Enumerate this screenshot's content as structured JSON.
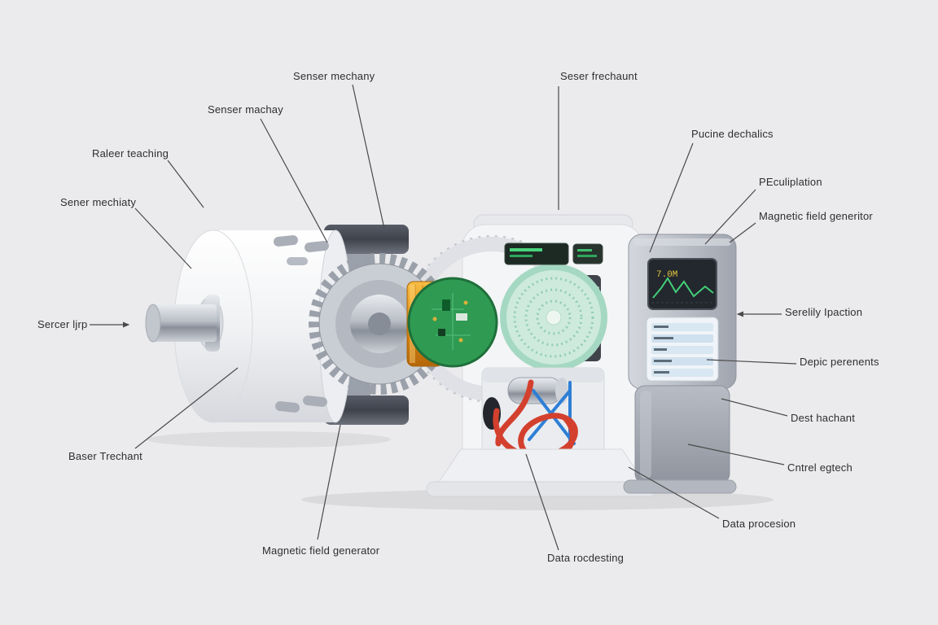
{
  "callouts": [
    {
      "text": "Senser mechany"
    },
    {
      "text": "Senser machay"
    },
    {
      "text": "Raleer teaching"
    },
    {
      "text": "Sener mechiaty"
    },
    {
      "text": "Sercer ljrp"
    },
    {
      "text": "Baser Trechant"
    },
    {
      "text": "Magnetic field generator"
    },
    {
      "text": "Seser frechaunt"
    },
    {
      "text": "Pucine dechalics"
    },
    {
      "text": "PEculiplation"
    },
    {
      "text": "Magnetic field generitor"
    },
    {
      "text": "Serelily Ipaction"
    },
    {
      "text": "Depic perenents"
    },
    {
      "text": "Dest hachant"
    },
    {
      "text": "Cntrel egtech"
    },
    {
      "text": "Data procesion"
    },
    {
      "text": "Data rocdesting"
    }
  ],
  "console": {
    "screen_readout": "7.0M"
  },
  "colors": {
    "background": "#ebebed",
    "label_text": "#2e2e2e",
    "leader_line": "#4a4a4a",
    "pcb_green": "#2f9b52",
    "coil_copper": "#e08a12",
    "cable_red": "#d4402e",
    "cable_blue": "#2e7fd6",
    "screen_trace": "#43cf7a"
  }
}
